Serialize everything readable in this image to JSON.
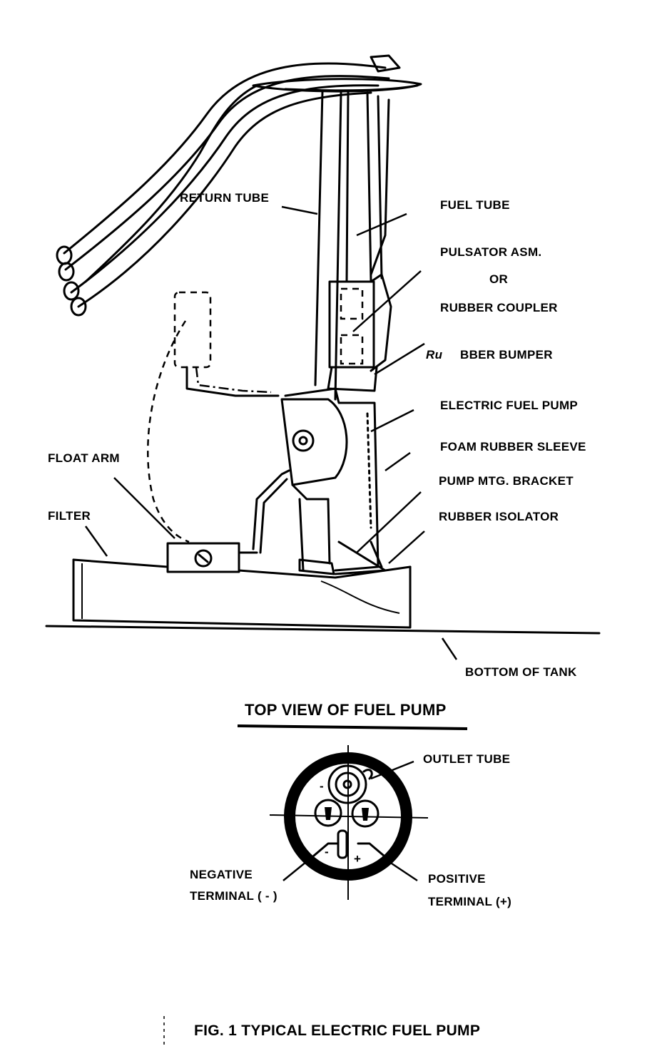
{
  "labels": {
    "return_tube": "RETURN TUBE",
    "fuel_tube": "FUEL TUBE",
    "pulsator_asm": "PULSATOR ASM.",
    "or": "OR",
    "rubber_coupler": "RUBBER COUPLER",
    "rubber_bumper_prefix": "Ru",
    "rubber_bumper": "BBER BUMPER",
    "electric_fuel_pump": "ELECTRIC FUEL PUMP",
    "foam_rubber_sleeve": "FOAM RUBBER SLEEVE",
    "pump_mtg_bracket": "PUMP MTG. BRACKET",
    "rubber_isolator": "RUBBER ISOLATOR",
    "float_arm": "FLOAT ARM",
    "filter": "FILTER",
    "bottom_of_tank": "BOTTOM OF TANK",
    "top_view_title": "TOP VIEW OF FUEL PUMP",
    "outlet_tube": "OUTLET TUBE",
    "negative_terminal_1": "NEGATIVE",
    "negative_terminal_2": "TERMINAL ( - )",
    "positive_terminal_1": "POSITIVE",
    "positive_terminal_2": "TERMINAL (+)",
    "figure_caption": "FIG. 1 TYPICAL ELECTRIC FUEL PUMP"
  },
  "symbols": {
    "minus": "-",
    "plus": "+"
  }
}
